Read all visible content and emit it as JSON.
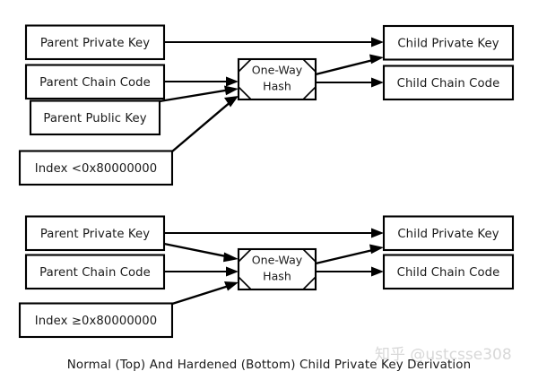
{
  "figure": {
    "caption": "Normal (Top) And Hardened (Bottom) Child Private Key Derivation",
    "watermark": "知乎 @ustcsse308",
    "colors": {
      "stroke": "#000000",
      "fill": "#ffffff",
      "text": "#1a1a1a",
      "watermark": "#d8d8d8"
    }
  },
  "top_diagram": {
    "name": "normal-child-private-key-derivation",
    "inputs": [
      {
        "id": "parent-private-key",
        "label": "Parent Private Key"
      },
      {
        "id": "parent-chain-code",
        "label": "Parent Chain Code"
      },
      {
        "id": "parent-public-key",
        "label": "Parent Public Key"
      },
      {
        "id": "index",
        "label": "Index <0x80000000"
      }
    ],
    "processor": {
      "id": "one-way-hash",
      "line1": "One-Way",
      "line2": "Hash"
    },
    "outputs": [
      {
        "id": "child-private-key",
        "label": "Child Private Key"
      },
      {
        "id": "child-chain-code",
        "label": "Child Chain Code"
      }
    ],
    "edges": [
      {
        "from": "parent-private-key",
        "to": "child-private-key"
      },
      {
        "from": "parent-chain-code",
        "to": "one-way-hash"
      },
      {
        "from": "parent-public-key",
        "to": "one-way-hash"
      },
      {
        "from": "index",
        "to": "one-way-hash"
      },
      {
        "from": "one-way-hash",
        "to": "child-private-key"
      },
      {
        "from": "one-way-hash",
        "to": "child-chain-code"
      }
    ]
  },
  "bottom_diagram": {
    "name": "hardened-child-private-key-derivation",
    "inputs": [
      {
        "id": "parent-private-key",
        "label": "Parent Private Key"
      },
      {
        "id": "parent-chain-code",
        "label": "Parent Chain Code"
      },
      {
        "id": "index",
        "label": "Index ≥0x80000000"
      }
    ],
    "processor": {
      "id": "one-way-hash",
      "line1": "One-Way",
      "line2": "Hash"
    },
    "outputs": [
      {
        "id": "child-private-key",
        "label": "Child Private Key"
      },
      {
        "id": "child-chain-code",
        "label": "Child Chain Code"
      }
    ],
    "edges": [
      {
        "from": "parent-private-key",
        "to": "child-private-key"
      },
      {
        "from": "parent-private-key",
        "to": "one-way-hash"
      },
      {
        "from": "parent-chain-code",
        "to": "one-way-hash"
      },
      {
        "from": "index",
        "to": "one-way-hash"
      },
      {
        "from": "one-way-hash",
        "to": "child-private-key"
      },
      {
        "from": "one-way-hash",
        "to": "child-chain-code"
      }
    ]
  }
}
